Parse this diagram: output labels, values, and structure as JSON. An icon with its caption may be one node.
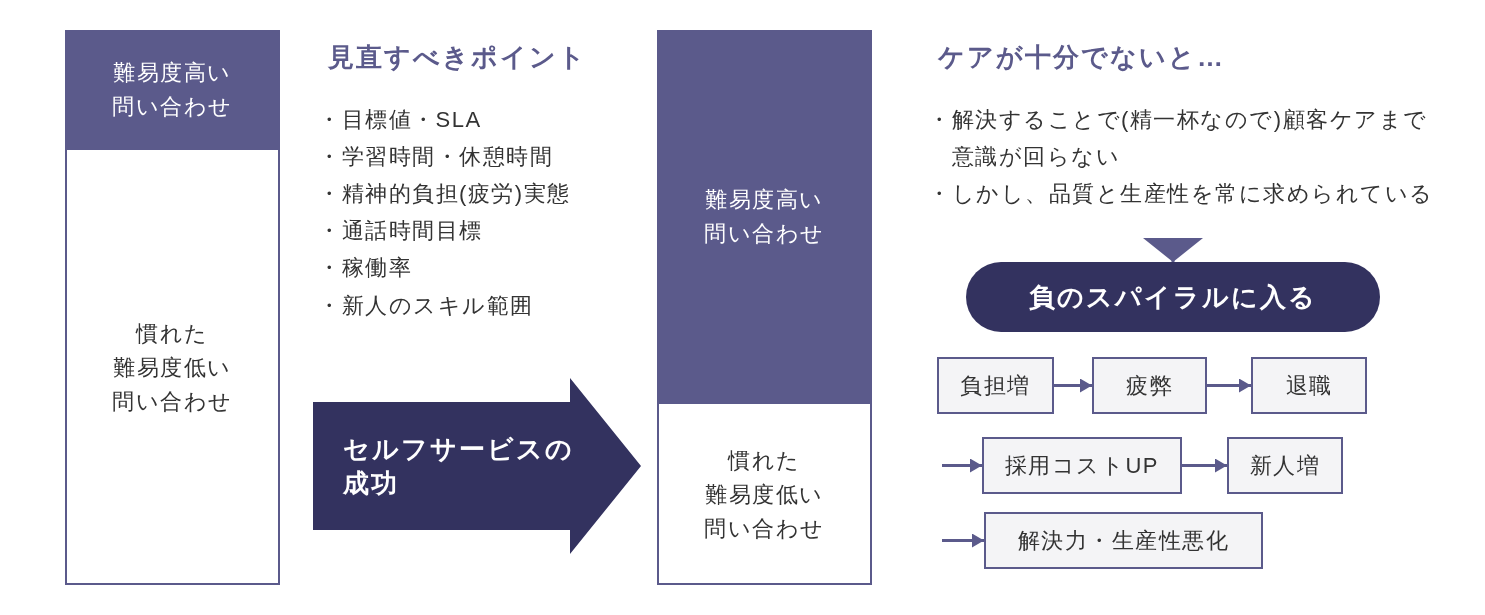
{
  "diagram": {
    "nodes": [
      {
        "text": [],
        "shape": "box"
      },
      {
        "text": [
          "難易度高い問い合わせ"
        ],
        "in": 0
      },
      {
        "text": [
          "慣れた難易度低い問い合わせ"
        ],
        "in": 0
      },
      {
        "text": [
          "セルフサービスの成功"
        ]
      },
      {
        "text": [],
        "shape": "box"
      },
      {
        "text": [
          "難易度高い問い合わせ"
        ],
        "in": 4
      },
      {
        "text": [
          "慣れた難易度低い問い合わせ"
        ],
        "in": 4
      },
      {
        "text": [
          "負のスパイラルに入る"
        ]
      },
      {
        "text": [
          "負担増"
        ]
      },
      {
        "text": [
          "疲弊"
        ]
      },
      {
        "text": [
          "退職"
        ]
      },
      {
        "text": [
          "採用コストUP"
        ]
      },
      {
        "text": [
          "新人増"
        ]
      },
      {
        "text": [
          "解決力・生産性悪化"
        ]
      }
    ],
    "edges": [
      {
        "from": null,
        "to": 7,
        "arrow": "to"
      },
      {
        "from": 8,
        "to": 9,
        "arrow": "to"
      },
      {
        "from": 9,
        "to": 10,
        "arrow": "to"
      },
      {
        "from": null,
        "to": 11,
        "arrow": "to"
      },
      {
        "from": 11,
        "to": 12,
        "arrow": "to"
      },
      {
        "from": null,
        "to": 13,
        "arrow": "to"
      }
    ],
    "labels": [
      "見直すべきポイント",
      "・目標値・SLA",
      "・学習時間・休憩時間",
      "・精神的負担(疲労)実態",
      "・通話時間目標",
      "・稼働率",
      "・新人のスキル範囲",
      "ケアが十分でないと…",
      "・解決することで(精一杯なので)顧客ケアまで意識が回らない",
      "・しかし、品質と生産性を常に求められている"
    ]
  }
}
